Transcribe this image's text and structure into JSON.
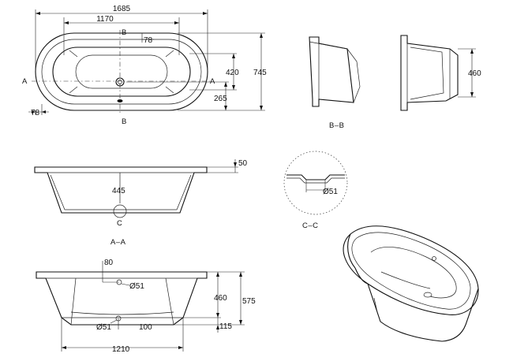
{
  "top_view": {
    "dim_overall_length": "1685",
    "dim_inner_length": "1170",
    "dim_rim_top": "78",
    "dim_rim_left": "78",
    "dim_inner_width": "420",
    "dim_overall_width": "745",
    "dim_waste_offset": "265",
    "cut_a_left": "A",
    "cut_a_right": "A",
    "cut_b_top": "B",
    "cut_b_bottom": "B"
  },
  "section_bb": {
    "title": "B–B",
    "dim_height": "460"
  },
  "section_aa": {
    "title": "A–A",
    "dim_rim": "50",
    "dim_depth": "445",
    "detail_marker": "C"
  },
  "detail_cc": {
    "title": "C–C",
    "dim_waste_dia": "Ø51"
  },
  "side_view": {
    "dim_overflow_offset": "80",
    "dim_overflow_dia": "Ø51",
    "dim_waste_dia": "Ø51",
    "dim_waste_offset": "100",
    "dim_inner_height": "460",
    "dim_overall_height": "575",
    "dim_plinth_height": "115",
    "dim_base_length": "1210"
  }
}
